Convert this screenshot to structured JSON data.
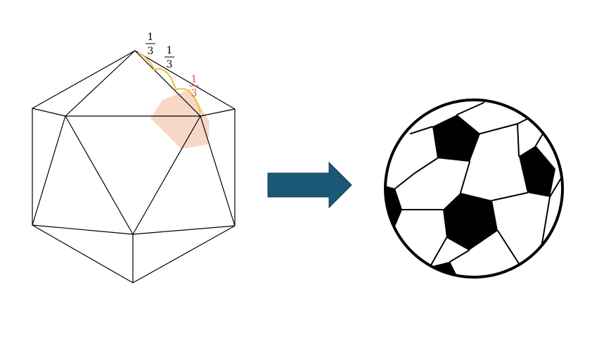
{
  "fractions": [
    {
      "numerator": "1",
      "denominator": "3",
      "color": "#000000"
    },
    {
      "numerator": "1",
      "denominator": "3",
      "color": "#000000"
    },
    {
      "numerator": "1",
      "denominator": "3",
      "color": "#d9534f"
    }
  ],
  "colors": {
    "edge": "#000000",
    "trisection_arcs": "#f2c12e",
    "pentagon_fill": "#f6d4c1",
    "arrow": "#1b5877",
    "ball_patch": "#000000",
    "ball_panel": "#ffffff"
  },
  "icons": {
    "left": "icosahedron-icon",
    "middle": "arrow-right-icon",
    "right": "soccer-ball-icon"
  }
}
